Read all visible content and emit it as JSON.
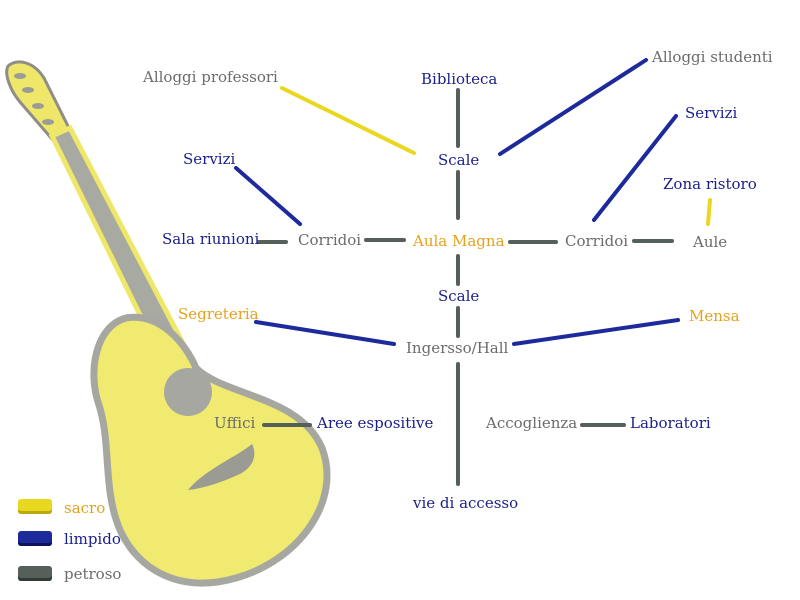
{
  "colors": {
    "sacro": "#e8d820",
    "limpido": "#1c2a9c",
    "petroso": "#55605a",
    "text_orange": "#e6a21b",
    "text_blue": "#1a1f8c",
    "text_gray": "#6b6b6b",
    "guitar_body": "#f0ea70",
    "guitar_side": "#a6a7a0"
  },
  "nodes": {
    "alloggi_professori": "Alloggi professori",
    "biblioteca": "Biblioteca",
    "alloggi_studenti": "Alloggi studenti",
    "servizi_right": "Servizi",
    "servizi_left": "Servizi",
    "scale_top": "Scale",
    "zona_ristoro": "Zona ristoro",
    "sala_riunioni": "Sala riunioni",
    "corridoi_left": "Corridoi",
    "aula_magna": "Aula Magna",
    "corridoi_right": "Corridoi",
    "aule": "Aule",
    "scale_bottom": "Scale",
    "segreteria": "Segreteria",
    "mensa": "Mensa",
    "ingresso": "Ingersso/Hall",
    "uffici": "Uffici",
    "aree_espositive": "Aree espositive",
    "accoglienza": "Accoglienza",
    "laboratori": "Laboratori",
    "vie_accesso": "vie di accesso"
  },
  "legend": [
    {
      "label": "sacro",
      "color": "#e8d820",
      "text_color": "#e6a21b"
    },
    {
      "label": "limpido",
      "color": "#1c2a9c",
      "text_color": "#1a1f8c"
    },
    {
      "label": "petroso",
      "color": "#55605a",
      "text_color": "#6b6b6b"
    }
  ]
}
